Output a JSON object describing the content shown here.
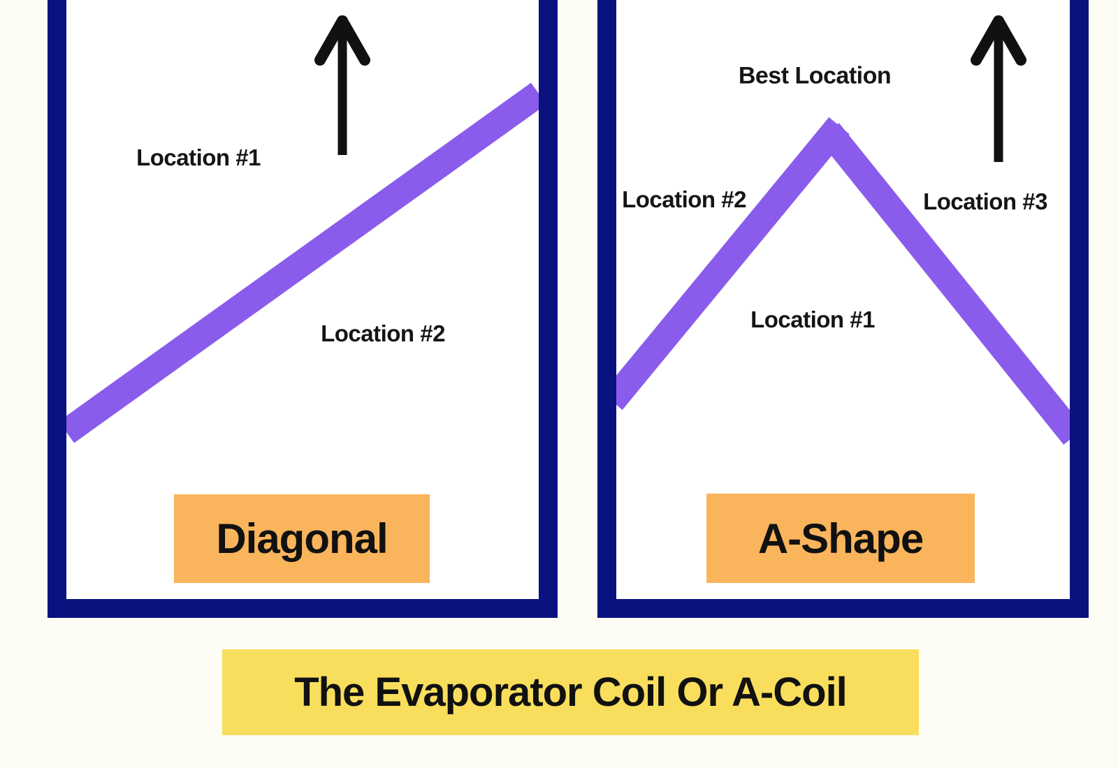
{
  "colors": {
    "navy_border": "#0a1280",
    "coil_purple": "#8a5ceb",
    "label_orange": "#f9b45c",
    "banner_yellow": "#f8de5c",
    "text_black": "#151515",
    "panel_white": "#ffffff"
  },
  "left_panel": {
    "name": "Diagonal",
    "location_1": "Location #1",
    "location_2": "Location #2"
  },
  "right_panel": {
    "name": "A-Shape",
    "best_location": "Best Location",
    "location_2": "Location #2",
    "location_3": "Location #3",
    "location_1": "Location #1"
  },
  "caption": "The Evaporator Coil Or A-Coil",
  "icons": {
    "up_arrow": "↑"
  }
}
